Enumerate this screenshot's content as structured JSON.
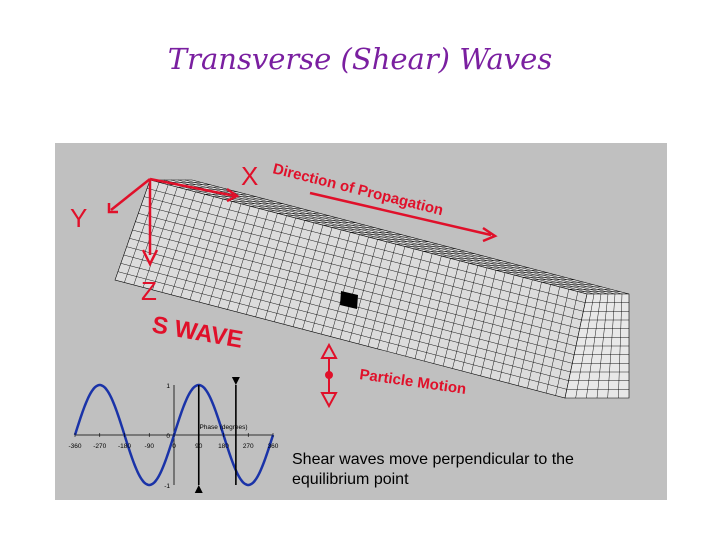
{
  "slide": {
    "title": "Transverse (Shear) Waves",
    "caption_lines": [
      "Shear waves move perpendicular to the",
      "equilibrium point"
    ]
  },
  "diagram": {
    "axis_labels": {
      "x": "X",
      "y": "Y",
      "z": "Z"
    },
    "propagation_label": "Direction of Propagation",
    "wave_label": "S WAVE",
    "particle_motion_label": "Particle Motion",
    "colors": {
      "title": "#7a1fa0",
      "red": "#e0102a",
      "sine": "#1a33a8",
      "panel": "#c0c0c0"
    }
  },
  "chart_data": {
    "type": "line",
    "title": "",
    "xlabel": "Phase (degrees)",
    "ylabel": "",
    "x_ticks": [
      "-360",
      "-270",
      "-180",
      "-90",
      "0",
      "90",
      "180",
      "270",
      "360"
    ],
    "y_ticks": [
      "1",
      "0",
      "-1"
    ],
    "xlim": [
      -360,
      360
    ],
    "ylim": [
      -1,
      1
    ],
    "series": [
      {
        "function": "sin",
        "x": [
          -360,
          -270,
          -180,
          -90,
          0,
          90,
          180,
          270,
          360
        ],
        "y": [
          0,
          1,
          0,
          -1,
          0,
          1,
          0,
          -1,
          0
        ]
      }
    ]
  }
}
